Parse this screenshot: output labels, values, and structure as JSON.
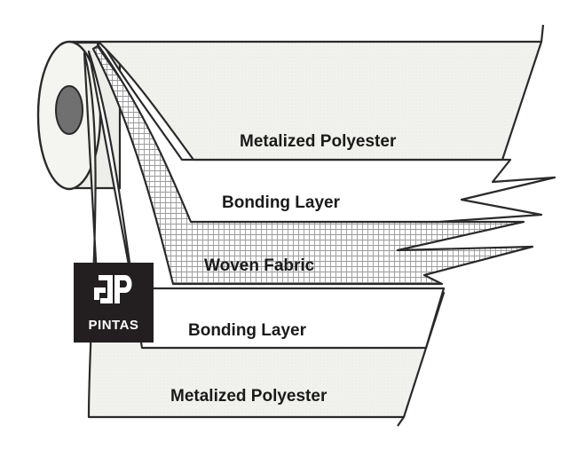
{
  "diagram": {
    "layers": [
      {
        "label": "Metalized Polyester"
      },
      {
        "label": "Bonding Layer"
      },
      {
        "label": "Woven Fabric"
      },
      {
        "label": "Bonding Layer"
      },
      {
        "label": "Metalized Polyester"
      }
    ]
  },
  "logo": {
    "text": "PINTAS"
  },
  "colors": {
    "ink": "#1a1a1a",
    "film": "#f2f2ee",
    "fabric_grid": "#9a9a9a",
    "core": "#707070",
    "logo_bg": "#231f20"
  }
}
